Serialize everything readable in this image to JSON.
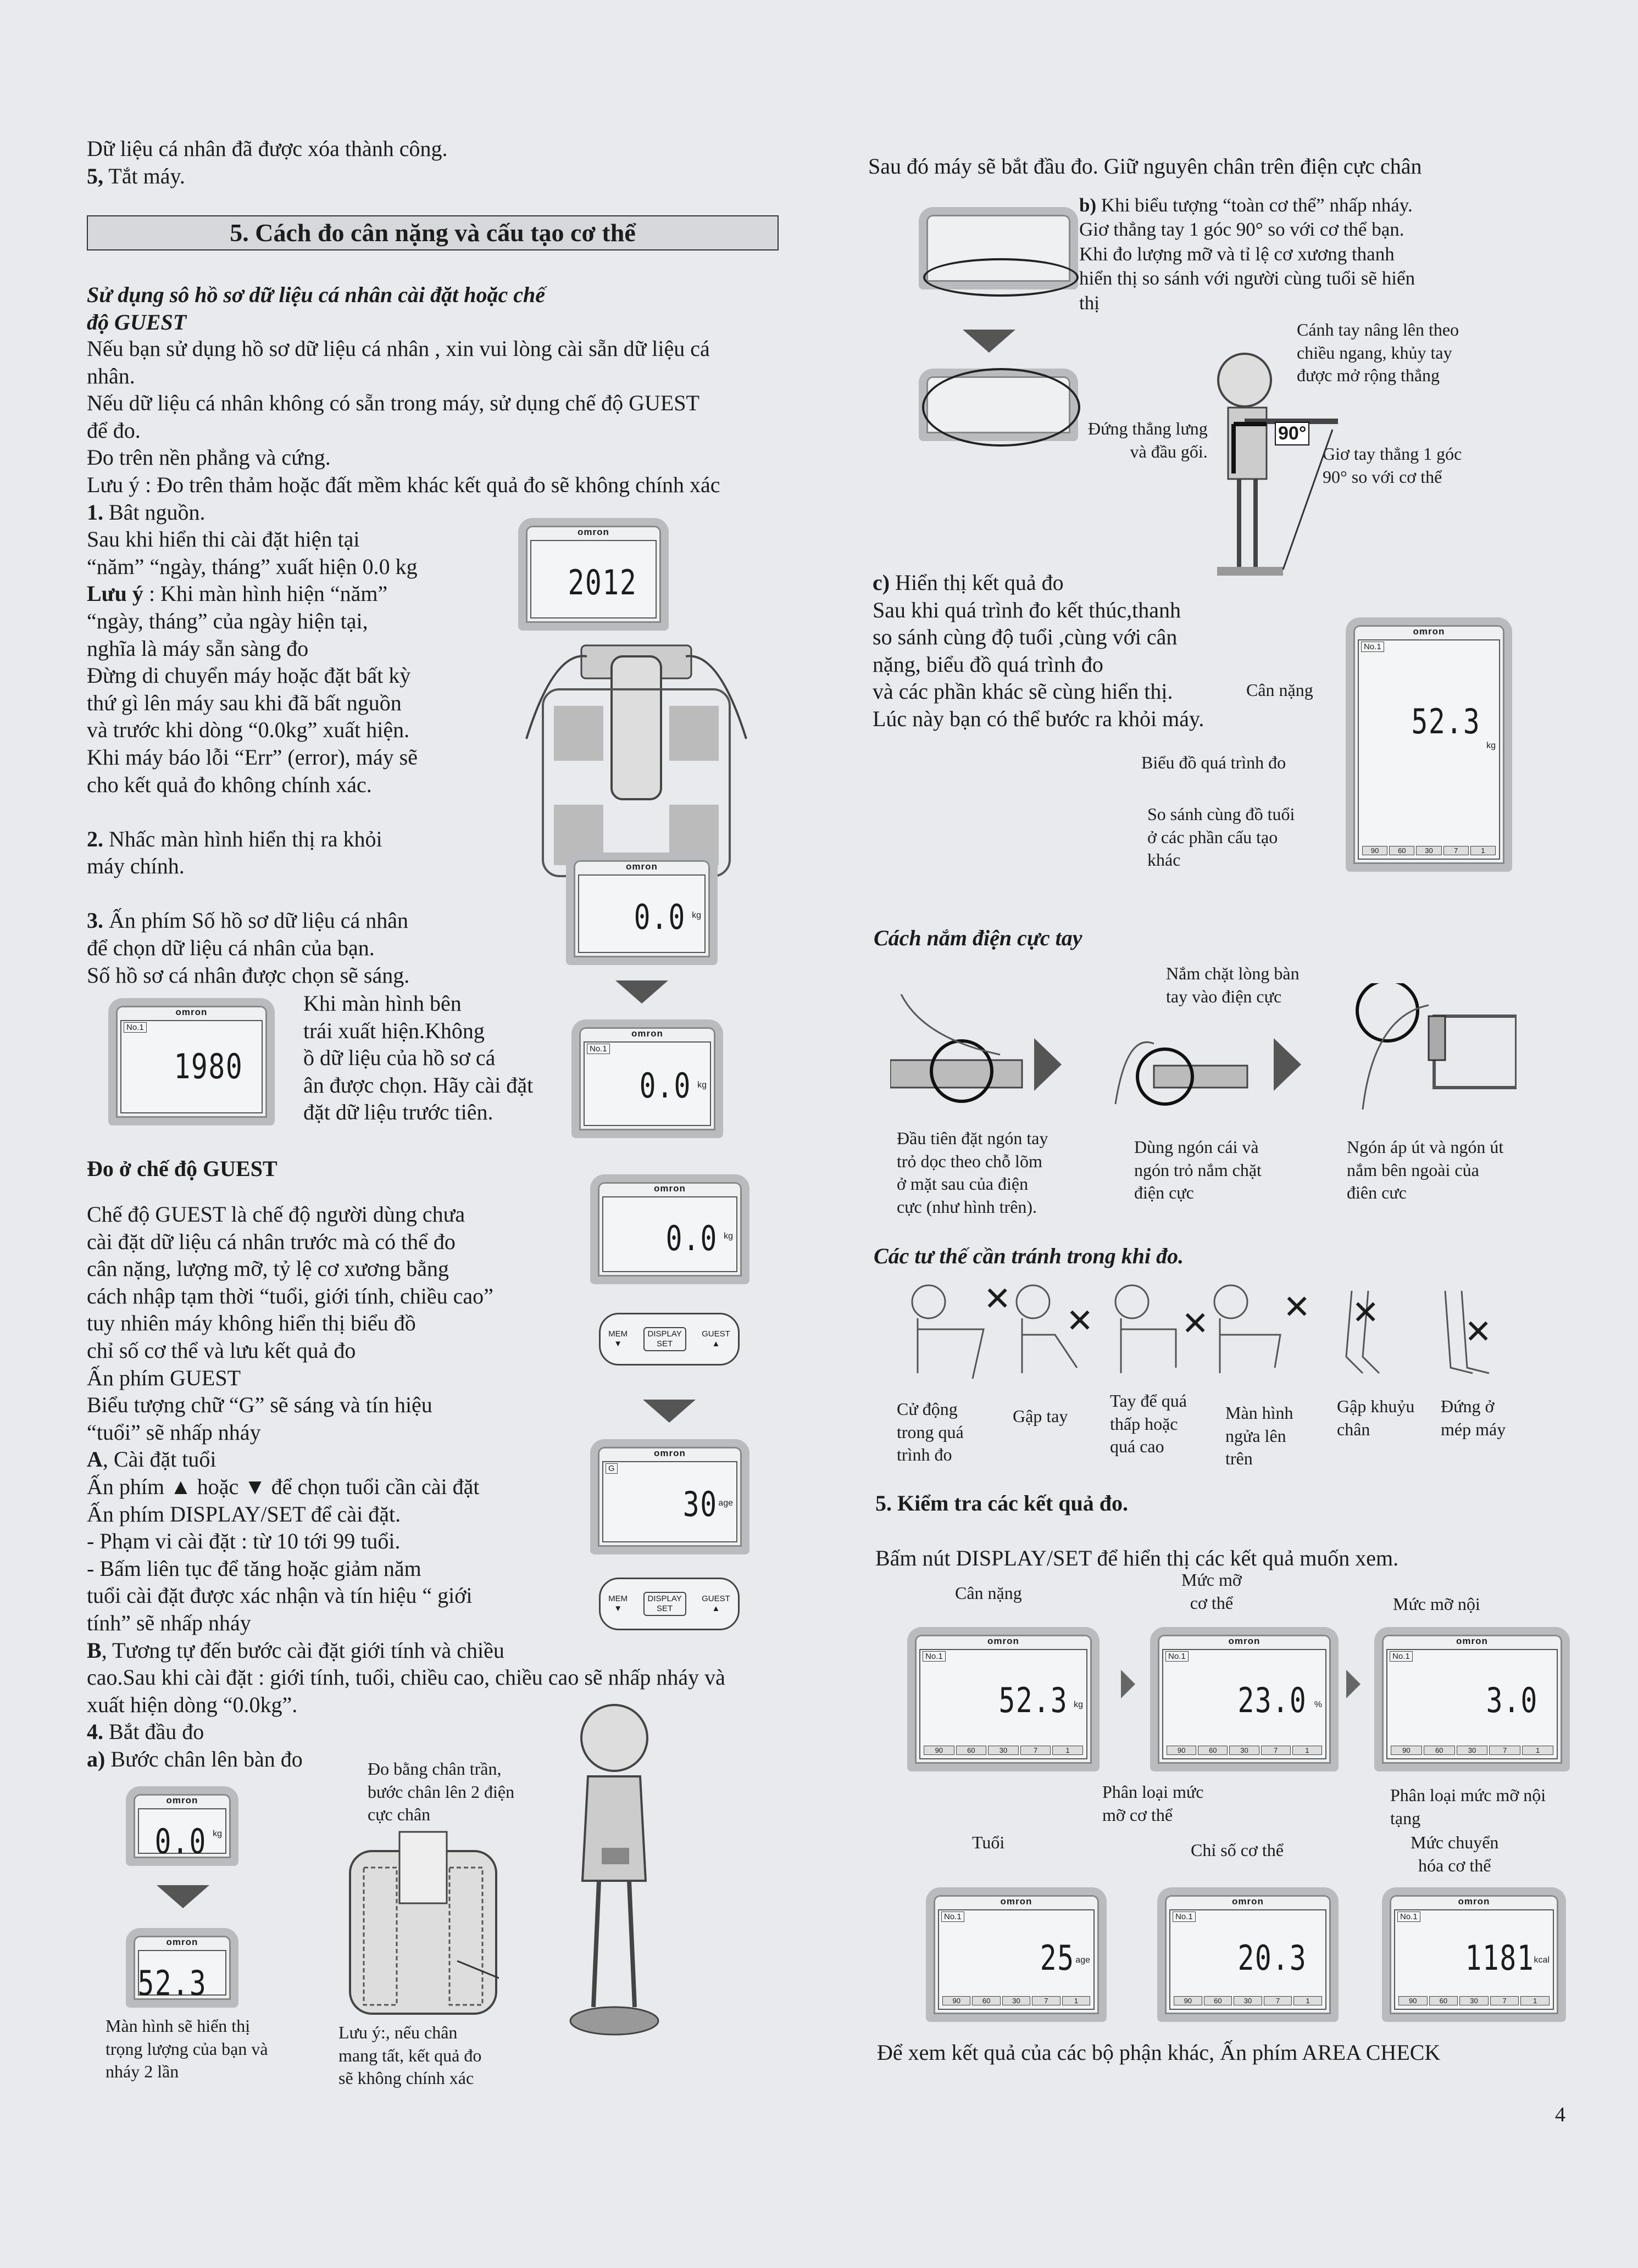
{
  "left": {
    "top_lines": [
      "Dữ liệu cá nhân đã được xóa thành công.",
      {
        "bold": "5,",
        "text": " Tắt máy."
      }
    ],
    "section_title": "5. Cách đo cân nặng và cấu tạo cơ thể",
    "subheading": [
      "Sử dụng sô hồ sơ dữ liệu cá nhân cài đặt  hoặc chế",
      "độ GUEST"
    ],
    "intro": [
      "Nếu bạn sử dụng hồ sơ dữ liệu cá nhân , xin vui lòng cài sẵn dữ liệu cá",
      "nhân.",
      "Nếu dữ liệu cá nhân không có sẵn  trong máy, sử dụng  chế độ GUEST",
      "để đo.",
      "Đo trên nền phẳng và cứng.",
      "Lưu ý : Đo trên thảm hoặc đất mềm khác kết quả đo sẽ không chính xác",
      {
        "bold": "1.",
        "text": " Bât nguồn."
      },
      "Sau khi hiển thi cài đặt hiện tại",
      "“năm” “ngày, tháng”  xuất hiện 0.0 kg",
      {
        "bold": "Lưu ý",
        "text": " : Khi màn hình hiện “năm”"
      },
      " “ngày, tháng” của ngày hiện tại,",
      "nghĩa là máy sẵn sàng đo",
      "Đừng di chuyển máy hoặc đặt bất kỳ",
      "thứ gì lên máy sau khi đã bất nguồn",
      "và trước khi dòng “0.0kg” xuất hiện.",
      "Khi máy báo lỗi “Err” (error), máy sẽ",
      "cho kết quả đo không chính xác.",
      "",
      {
        "bold": "2.",
        "text": " Nhấc màn hình hiển thị ra khỏi"
      },
      "máy chính.",
      "",
      {
        "bold": "3.",
        "text": " Ấn phím Số hồ sơ dữ liệu cá nhân"
      },
      "để chọn dữ liệu cá nhân của bạn.",
      "Số hồ sơ cá nhân được chọn sẽ sáng."
    ],
    "step3_cont": [
      "Khi màn hình bên",
      "trái xuất hiện.Không",
      "ồ dữ liệu của hồ sơ cá",
      "ân được chọn. Hãy cài đặt",
      "đặt dữ liệu trước tiên."
    ],
    "guest_heading": "Đo ở chế độ GUEST",
    "guest_text": [
      "Chế độ GUEST là chế độ người dùng chưa",
      "cài đặt dữ liệu cá nhân trước mà có thể đo",
      "cân nặng, lượng mỡ, tỷ lệ cơ xương bằng",
      "cách nhập tạm thời “tuổi, giới tính, chiều cao”",
      "tuy nhiên máy không hiển thị biểu đồ",
      "chỉ số cơ thể và lưu kết quả đo",
      "Ấn phím GUEST",
      "Biểu tượng chữ “G” sẽ sáng và tín hiệu",
      "“tuổi” sẽ nhấp nháy",
      {
        "bold": "A",
        "text": ", Cài đặt tuổi"
      },
      "Ấn phím ▲ hoặc ▼ để chọn tuổi cần cài đặt",
      "Ấn phím DISPLAY/SET để cài đặt.",
      "- Phạm vi cài đặt : từ 10 tới 99 tuổi.",
      "- Bấm liên tục để tăng hoặc giảm năm",
      "tuổi cài đặt được xác nhận và tín hiệu “ giới",
      "tính” sẽ nhấp nháy",
      {
        "bold": "B",
        "text": ", Tương tự đến bước cài đặt giới tính và chiều"
      },
      "cao.Sau khi cài đặt : giới tính, tuổi, chiều cao, chiều cao sẽ nhấp nháy và",
      "xuất hiện dòng “0.0kg”.",
      {
        "bold": "4.",
        "text": " Bắt đầu đo"
      },
      {
        "bold": "a)",
        "text": " Bước chân lên bàn đo"
      }
    ],
    "barefoot_note": [
      "Đo bằng chân trần,",
      "bước chân lên 2 điện",
      "cực chân"
    ],
    "display_note": [
      "Màn hình sẽ hiển thị",
      "trọng lượng  của bạn và",
      "nháy 2 lần"
    ],
    "socks_note": [
      "Lưu ý:, nếu chân",
      "mang  tất, kết quả đo",
      "sẽ không chính xác"
    ]
  },
  "right": {
    "start_line": "Sau đó máy sẽ bắt đầu đo. Giữ nguyên chân trên điện cực chân",
    "b_text": [
      {
        "bold": "b)",
        "text": " Khi biểu tượng “toàn cơ thể” nhấp nháy."
      },
      "Giơ thẳng tay 1 góc 90° so với cơ thể bạn.",
      "Khi đo lượng mỡ và tỉ lệ cơ xương thanh",
      "hiển thị so sánh với người cùng tuổi sẽ hiển",
      "thị"
    ],
    "arm_note": [
      "Cánh tay nâng lên theo",
      "chiều ngang,  khủy tay",
      "được mở rộng thẳng"
    ],
    "back_note": [
      "Đứng thẳng lưng",
      "và đầu gối."
    ],
    "angle_note": [
      "Giơ tay thẳng 1 góc",
      "90°  so với cơ thể"
    ],
    "angle_label": "90°",
    "c_text": [
      {
        "bold": "c)",
        "text": " Hiển thị kết quả đo"
      },
      "Sau khi quá trình đo kết thúc,thanh",
      "so sánh cùng độ tuổi ,cùng với cân",
      "nặng, biểu đồ quá trình đo",
      "và các phần khác sẽ cùng hiển thị.",
      "Lúc này bạn có thể bước ra khỏi máy."
    ],
    "label_weight": "Cân nặng",
    "label_progress": "Biểu đồ quá trình đo",
    "label_compare": [
      "So sánh cùng đồ tuổi",
      "ở các phần cấu tạo",
      "khác"
    ],
    "grip_heading": "Cách nắm điện cực tay",
    "grip_top_note": [
      "Nắm chặt lòng bàn",
      "tay vào điện cực"
    ],
    "grip_steps": [
      [
        "Đầu tiên đặt  ngón tay",
        "trỏ dọc theo chỗ lõm",
        "ở mặt sau của  điện",
        "cực (như hình trên)."
      ],
      [
        "Dùng ngón cái và",
        "ngón trỏ nắm chặt",
        "điện cực"
      ],
      [
        "Ngón áp út và ngón út",
        "nắm bên ngoài của",
        "điên cưc"
      ]
    ],
    "avoid_heading": "Các tư thế cần tránh trong khi đo.",
    "avoid_mark": "✕",
    "avoid": [
      [
        "Cử động",
        "trong quá",
        "trình đo"
      ],
      [
        "Gập tay"
      ],
      [
        "Tay để quá",
        "thấp hoặc",
        "quá cao"
      ],
      [
        "Màn hình",
        "ngửa lên",
        "trên"
      ],
      [
        "Gập khuỷu",
        "chân"
      ],
      [
        "Đứng ở",
        "mép máy"
      ]
    ],
    "check_heading": "5. Kiểm tra các kết quả đo.",
    "check_text": "Bấm nút DISPLAY/SET để hiển thị các kết quả  muốn xem.",
    "r1_labels": {
      "weight": [
        "Cân nặng"
      ],
      "fat": [
        "Mức mỡ",
        "cơ thể"
      ],
      "visceral": [
        "Mức mỡ nội"
      ]
    },
    "fat_class": [
      "Phân loại mức",
      "mỡ cơ thể"
    ],
    "visceral_class": [
      "Phân loại mức mỡ nội",
      "tạng"
    ],
    "r2_labels": {
      "age": [
        "Tuổi"
      ],
      "bmi": [
        "Chỉ số cơ thể"
      ],
      "rm": [
        "Mức chuyển",
        "hóa cơ thể"
      ]
    },
    "area_check": "Để xem kết quả của các bộ phận khác, Ấn phím AREA CHECK"
  },
  "displays": {
    "year": {
      "brand": "omron",
      "val": "2012"
    },
    "detached": {
      "brand": "omron",
      "val": "0.0",
      "unit": "kg"
    },
    "no1": {
      "brand": "omron",
      "tag": "No.1",
      "val": "0.0",
      "unit": "kg"
    },
    "birth": {
      "brand": "omron",
      "tag": "No.1",
      "val": "1980"
    },
    "guest1": {
      "brand": "omron",
      "val": "0.0",
      "unit": "kg"
    },
    "guest2": {
      "brand": "omron",
      "tag": "G",
      "val": "30",
      "unit": "age"
    },
    "a1": {
      "brand": "omron",
      "val": "0.0",
      "unit": "kg"
    },
    "a2": {
      "brand": "omron",
      "val": "52.3"
    },
    "result": {
      "brand": "omron",
      "tag": "No.1",
      "val": "52.3",
      "unit": "kg",
      "bars": [
        "90",
        "60",
        "30",
        "7",
        "1"
      ]
    },
    "r_weight": {
      "brand": "omron",
      "tag": "No.1",
      "val": "52.3",
      "unit": "kg",
      "bars": [
        "90",
        "60",
        "30",
        "7",
        "1"
      ]
    },
    "r_fat": {
      "brand": "omron",
      "tag": "No.1",
      "val": "23.0",
      "unit": "%",
      "bars": [
        "90",
        "60",
        "30",
        "7",
        "1"
      ]
    },
    "r_visceral": {
      "brand": "omron",
      "tag": "No.1",
      "val": "3.0",
      "bars": [
        "90",
        "60",
        "30",
        "7",
        "1"
      ]
    },
    "r_age": {
      "brand": "omron",
      "tag": "No.1",
      "val": "25",
      "unit": "age",
      "bars": [
        "90",
        "60",
        "30",
        "7",
        "1"
      ]
    },
    "r_bmi": {
      "brand": "omron",
      "tag": "No.1",
      "val": "20.3",
      "bars": [
        "90",
        "60",
        "30",
        "7",
        "1"
      ]
    },
    "r_rm": {
      "brand": "omron",
      "tag": "No.1",
      "val": "1181",
      "unit": "kcal",
      "bars": [
        "90",
        "60",
        "30",
        "7",
        "1"
      ]
    }
  },
  "buttons": {
    "mem": "MEM",
    "down": "▼",
    "display": "DISPLAY",
    "set": "SET",
    "guest": "GUEST",
    "up": "▲"
  },
  "page_number": "4"
}
